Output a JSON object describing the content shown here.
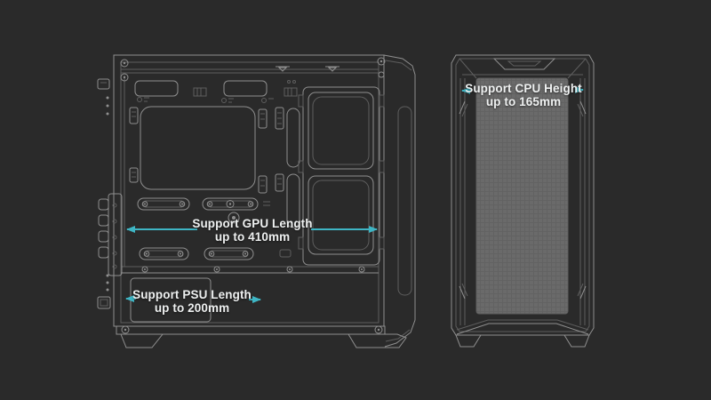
{
  "colors": {
    "background": "#2a2a2a",
    "accent": "#3eb5c4",
    "line_bright": "#8f8f8f",
    "line_dim": "#5e5e5e",
    "mesh_fill": "#6a6a6a",
    "mesh_grid": "#626262",
    "label_text": "#eef0f0"
  },
  "annotations": {
    "gpu": {
      "line1": "Support GPU Length",
      "line2": "up to 410mm"
    },
    "psu": {
      "line1": "Support PSU Length",
      "line2": "up to 200mm"
    },
    "cpu": {
      "line1": "Support CPU Height",
      "line2": "up to 165mm"
    }
  },
  "figures": {
    "left_case": "pc-case-side-interior-line-drawing",
    "right_case": "pc-case-front-mesh-line-drawing"
  }
}
